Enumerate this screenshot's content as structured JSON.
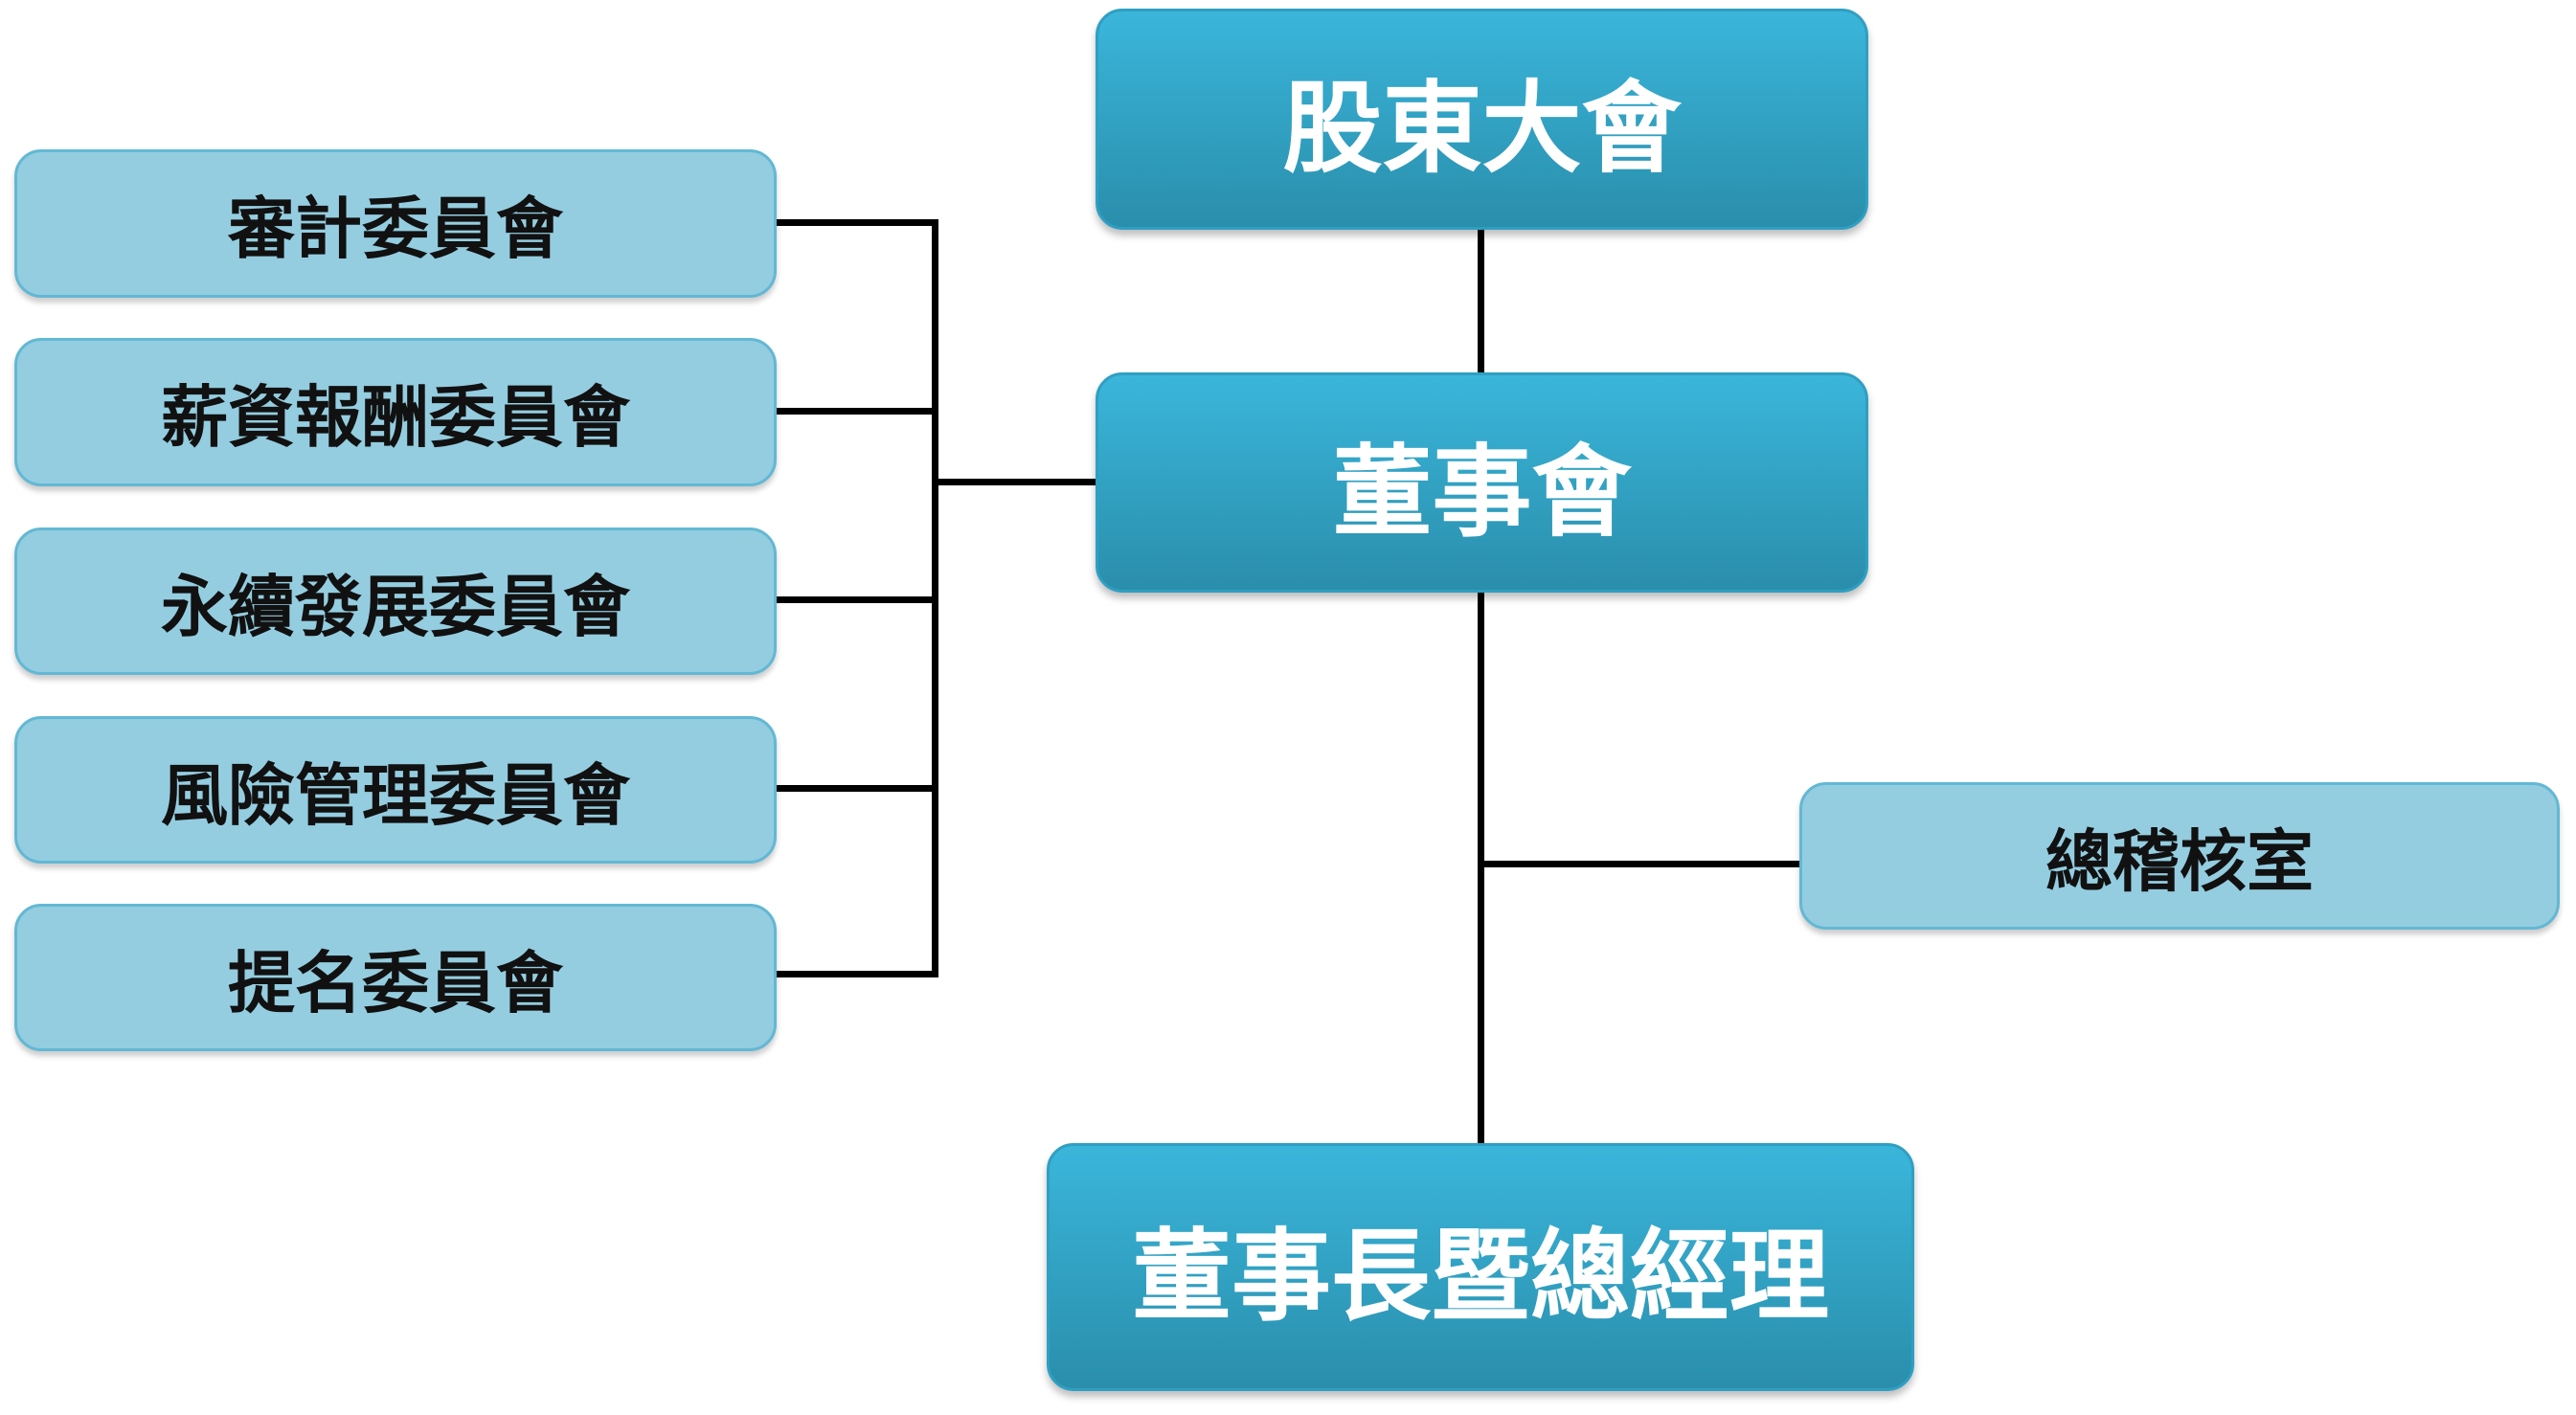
{
  "nodes": {
    "shareholders": "股東大會",
    "board": "董事會",
    "chairman": "董事長暨總經理",
    "audit_office": "總稽核室"
  },
  "committees": [
    "審計委員會",
    "薪資報酬委員會",
    "永續發展委員會",
    "風險管理委員會",
    "提名委員會"
  ]
}
